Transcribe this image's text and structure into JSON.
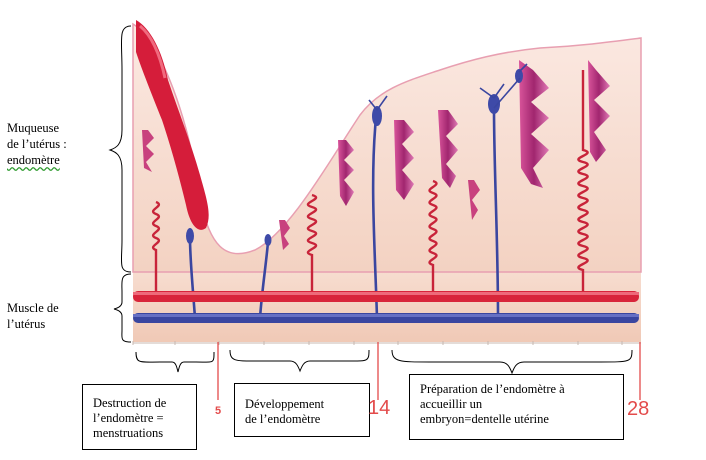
{
  "labels": {
    "muqueuse_line1": "Muqueuse",
    "muqueuse_line2": "de l’utérus :",
    "muqueuse_line3": "endomètre",
    "muscle_line1": "Muscle de",
    "muscle_line2": "l’utérus"
  },
  "phases": {
    "destruction": [
      "Destruction de",
      "l’endomètre =",
      "menstruations"
    ],
    "developpement": [
      "Développement",
      "de l’endomètre"
    ],
    "preparation": [
      "Préparation de l’endomètre à",
      "accueillir un",
      "embryon=dentelle utérine"
    ]
  },
  "days": {
    "day5": "5",
    "day14": "14",
    "day28": "28"
  },
  "colors": {
    "artery": "#d8253a",
    "vein": "#3a46a0",
    "tissue": "#f6e0d3",
    "gland": "#b83a86",
    "day_marker": "#e34b4b"
  }
}
